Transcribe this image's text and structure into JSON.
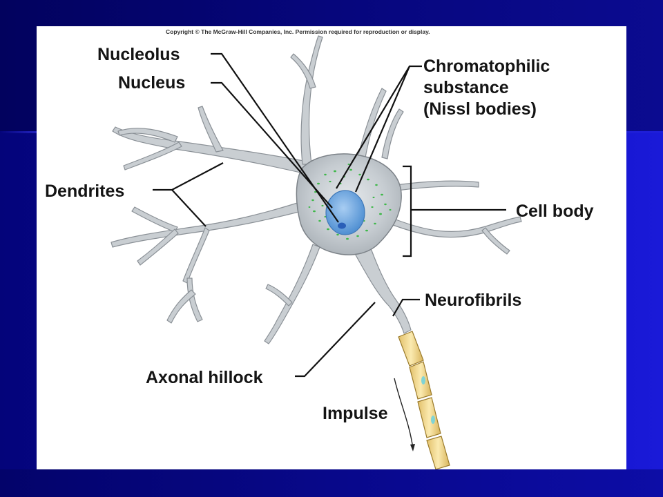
{
  "copyright": "Copyright © The McGraw-Hill Companies, Inc. Permission required for reproduction or display.",
  "labels": {
    "nucleolus": "Nucleolus",
    "nucleus": "Nucleus",
    "chromatophilic": [
      "Chromatophilic",
      "substance",
      "(Nissl bodies)"
    ],
    "dendrites": "Dendrites",
    "cell_body": "Cell body",
    "neurofibrils": "Neurofibrils",
    "axonal_hillock": "Axonal hillock",
    "impulse": "Impulse"
  },
  "colors": {
    "slide_background": "#0a0a9e",
    "panel": "#ffffff",
    "cell_fill": "#c9ced2",
    "cell_outline": "#7c8288",
    "nucleus": "#6fa8e0",
    "nucleolus": "#2a5fb8",
    "nissl_bodies": "#3fb84a",
    "myelin": "#f1d98a"
  }
}
